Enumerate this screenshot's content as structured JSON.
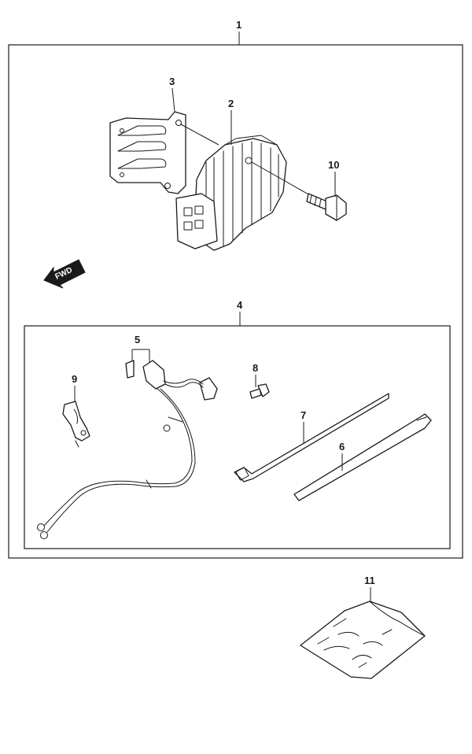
{
  "diagram": {
    "direction_label": "FWD",
    "callouts": {
      "c1": "1",
      "c2": "2",
      "c3": "3",
      "c4": "4",
      "c5": "5",
      "c6": "6",
      "c7": "7",
      "c8": "8",
      "c9": "9",
      "c10": "10",
      "c11": "11"
    }
  }
}
